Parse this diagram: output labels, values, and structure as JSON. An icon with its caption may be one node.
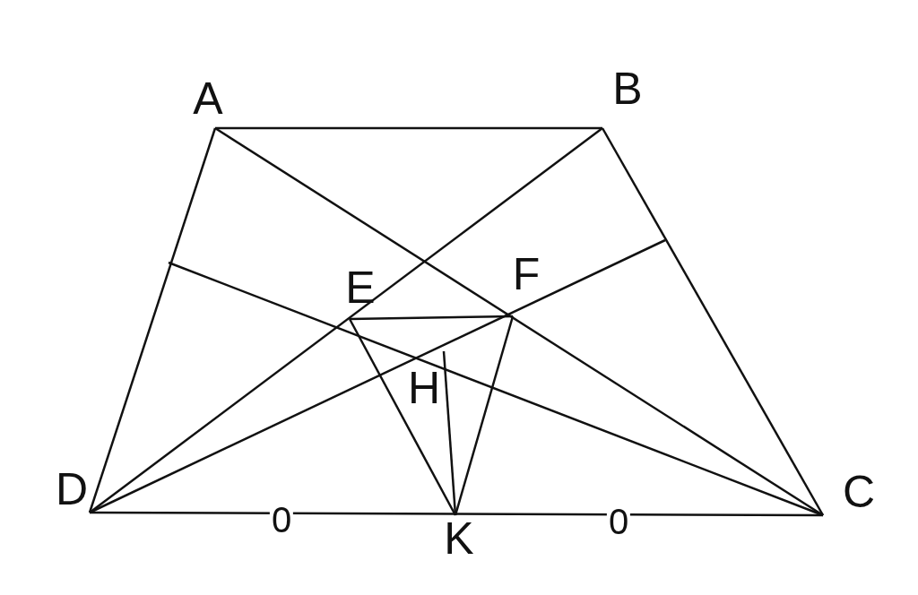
{
  "diagram": {
    "labels": [
      "A",
      "B",
      "E",
      "F",
      "H",
      "D",
      "C",
      "0",
      "K",
      "0"
    ]
  }
}
